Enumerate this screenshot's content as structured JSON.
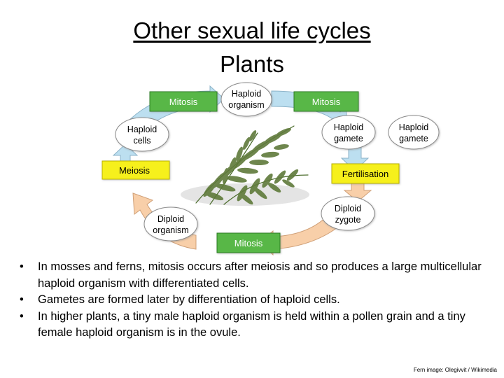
{
  "title": {
    "line1": "Other sexual life cycles",
    "line2": "Plants"
  },
  "diagram": {
    "nodes": {
      "haploid_organism": "Haploid organism",
      "haploid_gamete_1": "Haploid gamete",
      "haploid_gamete_2": "Haploid gamete",
      "diploid_zygote": "Diploid zygote",
      "diploid_organism": "Diploid organism",
      "haploid_cells": "Haploid cells"
    },
    "processes": {
      "mitosis_top_left": "Mitosis",
      "mitosis_top_right": "Mitosis",
      "fertilisation": "Fertilisation",
      "mitosis_bottom": "Mitosis",
      "meiosis": "Meiosis"
    },
    "colors": {
      "green_box": "#58b747",
      "yellow_box": "#f6f01f",
      "arrow_blue": "#bcdff0",
      "arrow_peach": "#f8cfa9",
      "node_fill": "#ffffff",
      "fern_green": "#5f7a3a"
    }
  },
  "bullets": [
    "In mosses and ferns, mitosis occurs after meiosis and so produces a large multicellular haploid organism with differentiated cells.",
    "Gametes are formed later by differentiation of haploid cells.",
    "In higher plants, a tiny male haploid organism is held within a pollen grain and a tiny female haploid organism is in the ovule."
  ],
  "credit": "Fern image: Olegivvit / Wikimedia"
}
